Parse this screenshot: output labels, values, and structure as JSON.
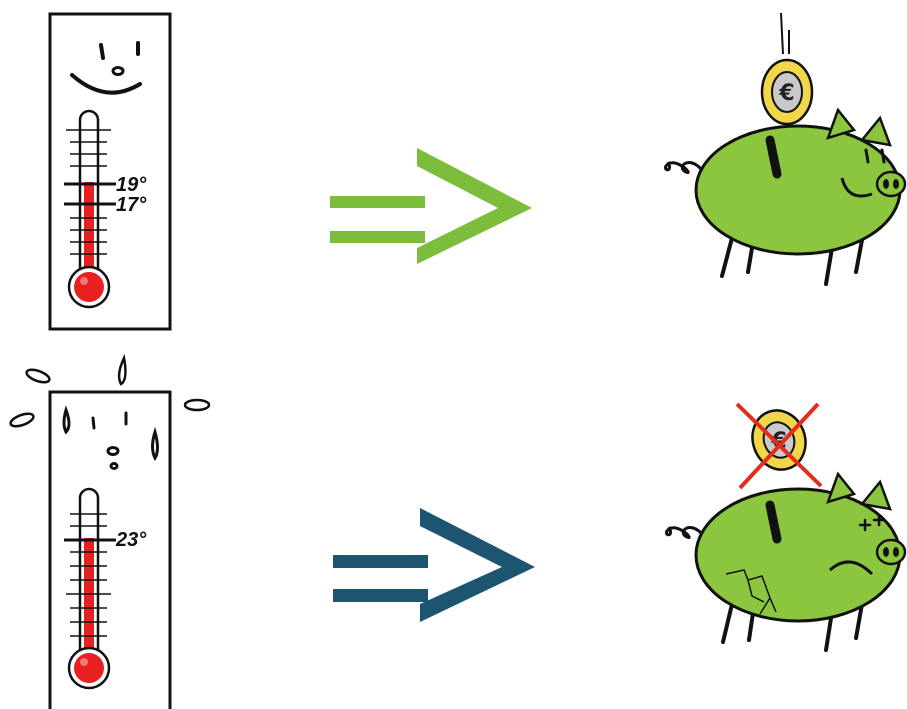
{
  "top_row": {
    "thermometer": {
      "labels": [
        "19°",
        "17°"
      ],
      "mood": "smiling"
    },
    "arrow_color": "#7cbd3c",
    "coin_symbol": "€",
    "pig": {
      "mood": "happy"
    }
  },
  "bottom_row": {
    "thermometer": {
      "labels": [
        "23°"
      ],
      "mood": "sweating"
    },
    "arrow_color": "#1d5470",
    "coin_symbol": "€",
    "pig": {
      "mood": "sad",
      "cracked": true
    }
  },
  "colors": {
    "pig_green": "#8cc63f",
    "mercury_red": "#e8201f",
    "coin_gold": "#f1d64a",
    "cross_red": "#e32b1e"
  }
}
